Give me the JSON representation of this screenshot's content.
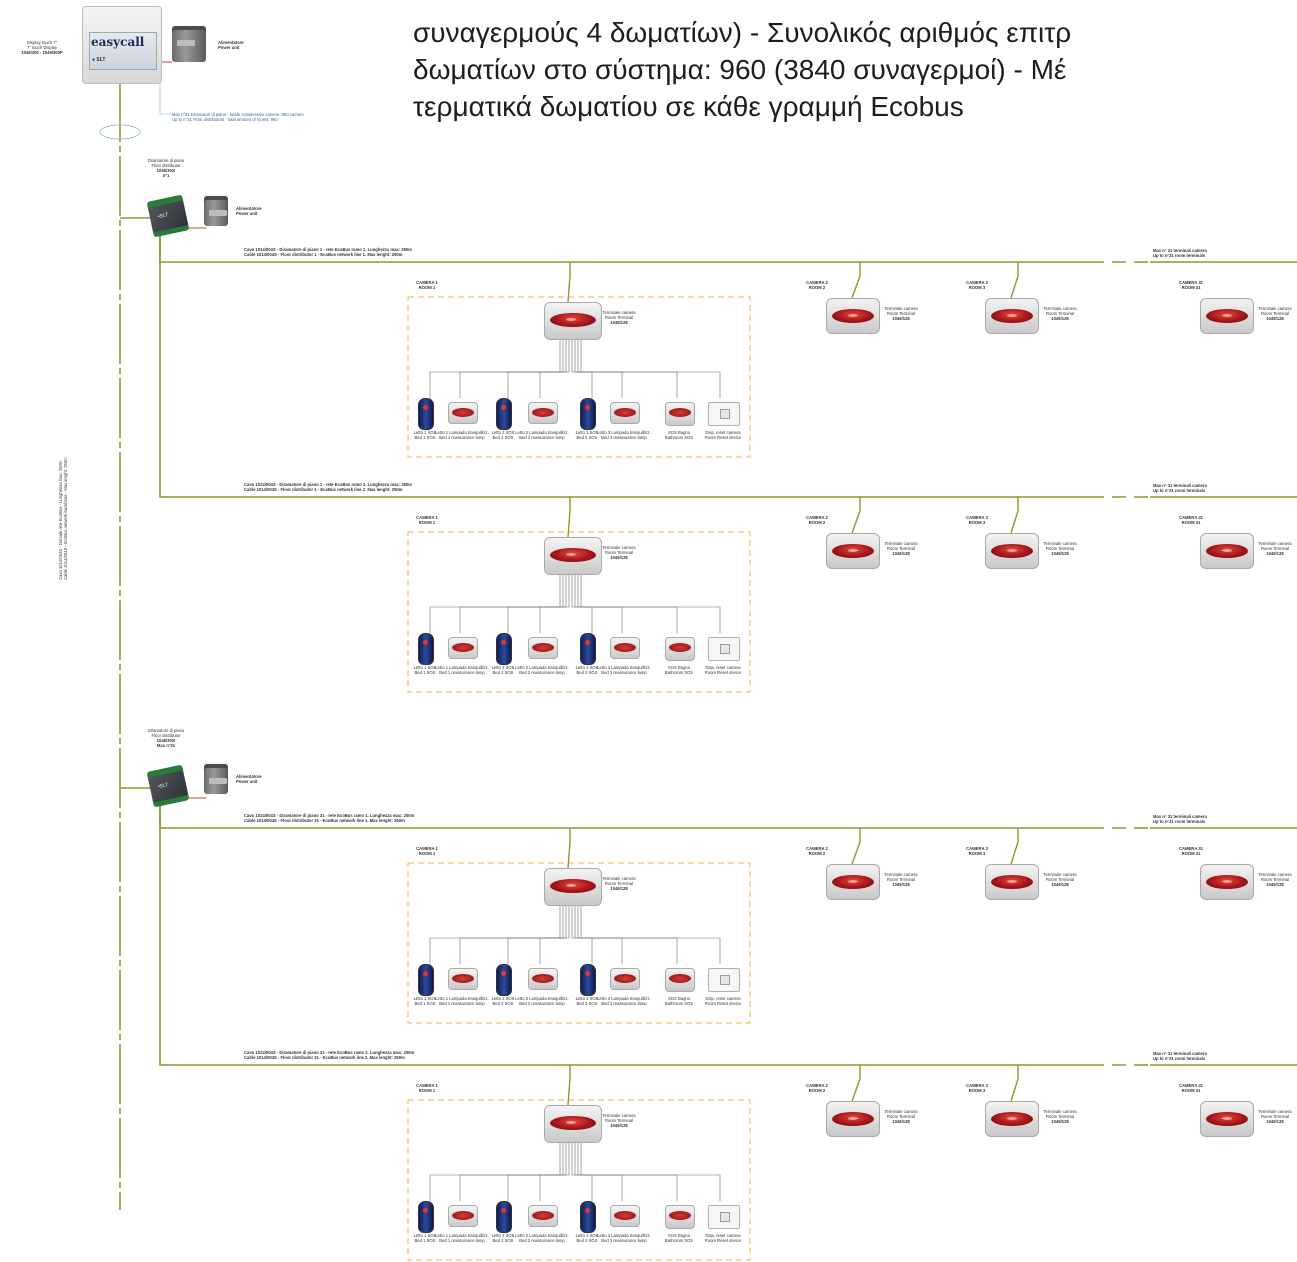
{
  "caption": {
    "line1": "συναγερμούς 4 δωματίων) - Συνολικός αριθμός επιτρ",
    "line2": "δωματίων στο σύστημα: 960 (3840 συναγερμοί) - Μέ",
    "line3": "τερματικά δωματίου σε κάθε γραμμή Ecobus"
  },
  "display": {
    "label_it": "Display touch 7\"",
    "label_en": "7\" touch Display",
    "code": "1049/300 - 1049/300P",
    "logo": "easycall",
    "brand": "● SLT"
  },
  "power_unit": {
    "it": "Alimentatore",
    "en": "Power unit"
  },
  "floor_note": {
    "it": "Max n°31 Diramatori di piano - totale complessivo camere: 960 camere",
    "en": "Up to n°31 Floor distributors - total amount of rooms: 960"
  },
  "backbone": {
    "it": "Cavo 1014/004S - Dorsale rete EcoBus - Lunghezza max: 250m",
    "en": "Cable 1014/004S - EcoBus network backbone - Max lenght: 250m"
  },
  "distributors": [
    {
      "it": "Diramatore di piano",
      "en": "Floor distributor",
      "code": "1048/302I",
      "index": "n°1"
    },
    {
      "it": "Diramatore di piano",
      "en": "Floor distributor",
      "code": "1048/302I",
      "index": "Max n°31"
    }
  ],
  "lines": [
    {
      "cable_it": "Cavo 1014/004S - Diramatore di piano 1 - rete EcoBus ramo 1. Lunghezza max: 250m",
      "cable_en": "Cable 1014/004S - Floor distributor 1 - EcoBus network line 1. Max lenght: 250m"
    },
    {
      "cable_it": "Cavo 1014/004S - Diramatore di piano 1 - rete EcoBus ramo 2. Lunghezza max: 250m",
      "cable_en": "Cable 1014/004S - Floor distributor 1 - EcoBus network line 2. Max lenght: 250m"
    },
    {
      "cable_it": "Cavo 1014/004S - Diramatore di piano 31 - rete EcoBus ramo 1. Lunghezza max: 250m",
      "cable_en": "Cable 1014/004S - Floor distributor 31 - EcoBus network line 1. Max lenght: 250m"
    },
    {
      "cable_it": "Cavo 1014/004S - Diramatore di piano 31 - rete EcoBus ramo 2. Lunghezza max: 250m",
      "cable_en": "Cable 1014/004S - Floor distributor 31 - EcoBus network line 2. Max lenght: 250m"
    }
  ],
  "max_terminals": {
    "it": "Max n° 31 terminali camera",
    "en": "Up to n°31 room terminals"
  },
  "rooms": [
    {
      "it": "CAMERA 1",
      "en": "ROOM 1"
    },
    {
      "it": "CAMERA 2",
      "en": "ROOM 2"
    },
    {
      "it": "CAMERA 3",
      "en": "ROOM 3"
    },
    {
      "it": "CAMERA 31",
      "en": "ROOM 31"
    }
  ],
  "terminal": {
    "it": "Terminale camera",
    "en": "Room Terminal",
    "code": "1049/128"
  },
  "devices": [
    {
      "it": "Letto 1 SOS",
      "en": "Bed 1 SOS",
      "kind": "pendant"
    },
    {
      "it": "Letto 1 Lampada tranquillizz.",
      "en": "Bed 1 reassurance lamp",
      "kind": "lamp"
    },
    {
      "it": "Letto 2 SOS",
      "en": "Bed 2 SOS",
      "kind": "pendant"
    },
    {
      "it": "Letto 2 Lampada tranquillizz.",
      "en": "Bed 2 reassurance lamp",
      "kind": "lamp"
    },
    {
      "it": "Letto 3 SOS",
      "en": "Bed 3 SOS",
      "kind": "pendant"
    },
    {
      "it": "Letto 3 Lampada tranquillizz.",
      "en": "Bed 3 reassurance lamp",
      "kind": "lamp"
    },
    {
      "it": "SOS Bagno",
      "en": "Bathroom SOS",
      "kind": "sos"
    },
    {
      "it": "Disp. reset camera",
      "en": "Room Reset device",
      "kind": "reset"
    }
  ],
  "colors": {
    "bus": "#8a9a2e",
    "box": "#f0b24a",
    "psu_wire": "#c9413a",
    "terminal_red": "#b3161c"
  }
}
